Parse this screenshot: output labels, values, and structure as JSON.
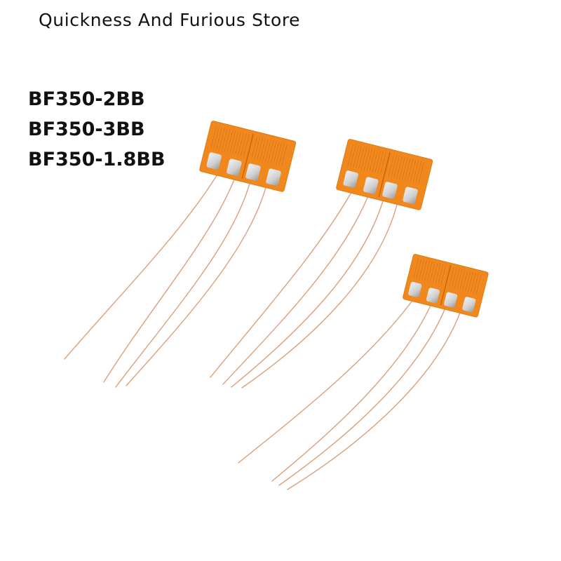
{
  "header": {
    "store_name": "Quickness And Furious Store"
  },
  "product": {
    "models": [
      "BF350-2BB",
      "BF350-3BB",
      "BF350-1.8BB"
    ],
    "illustration": "three-strain-gauges-with-copper-leads"
  },
  "colors": {
    "background": "#ffffff",
    "text": "#111111",
    "gauge_film": "#f0881e",
    "gauge_grid": "#d9700c",
    "solder_pad": "#dcdcdc",
    "wire": "#d39a78"
  }
}
